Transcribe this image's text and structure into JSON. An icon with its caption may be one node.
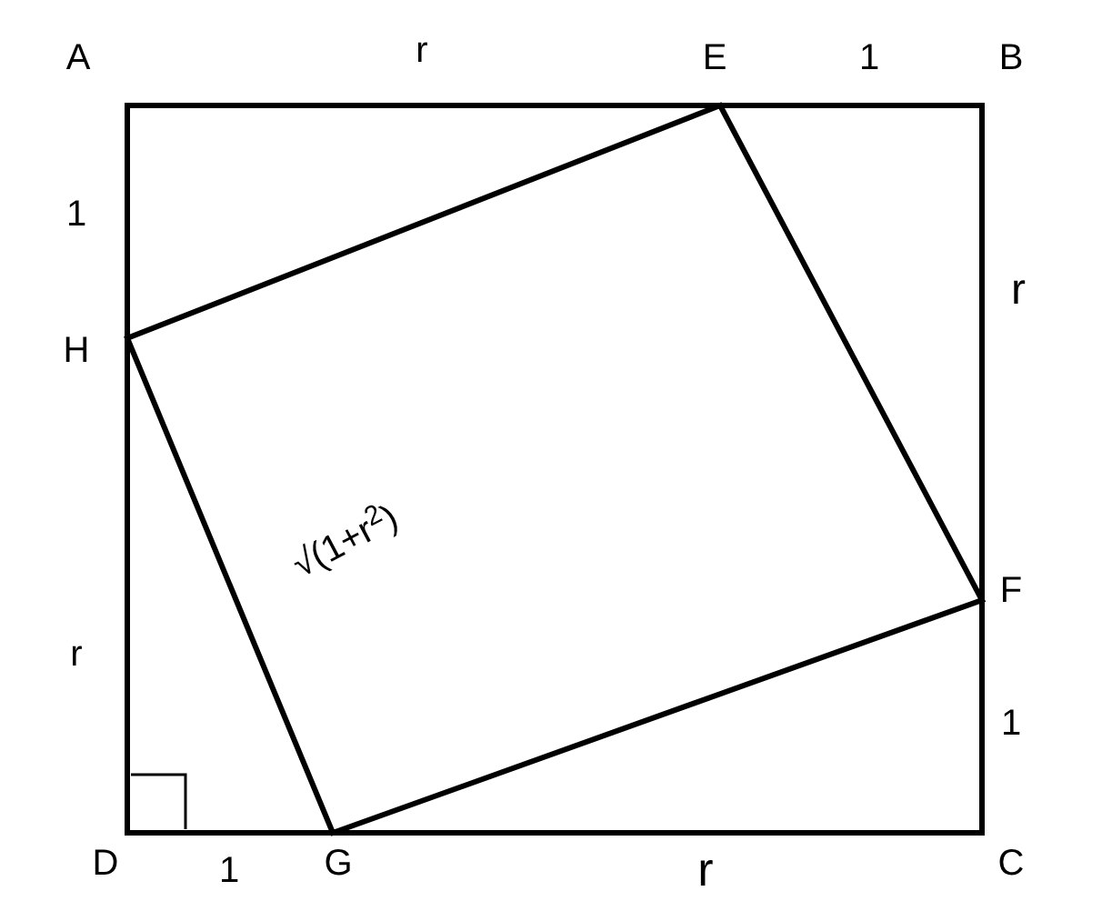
{
  "diagram": {
    "labels": [
      "A",
      "r",
      "E",
      "1",
      "B",
      "1",
      "r",
      "H",
      "√(1+r$^{2}$)",
      "F",
      "r",
      "1",
      "D",
      "1",
      "G",
      "r",
      "C"
    ]
  }
}
